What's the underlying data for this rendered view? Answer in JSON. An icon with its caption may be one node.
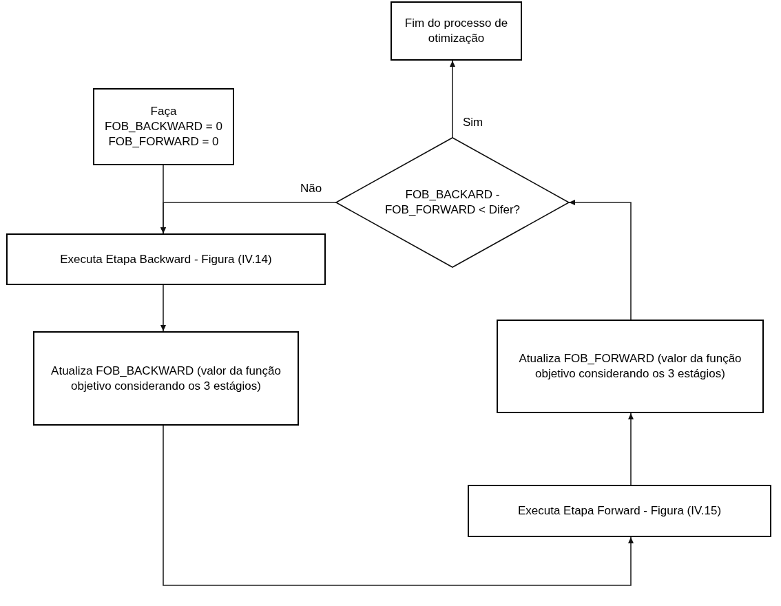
{
  "diagram": {
    "nodes": [
      {
        "text": [
          "Fim do processo de otimização"
        ]
      },
      {
        "text": [
          "Faça",
          "FOB_BACKWARD = 0",
          "FOB_FORWARD = 0"
        ]
      },
      {
        "text": [
          "FOB_BACKARD - FOB_FORWARD < Difer?"
        ]
      },
      {
        "text": [
          "Executa Etapa Backward - Figura (IV.14)"
        ]
      },
      {
        "text": [
          "Atualiza FOB_BACKWARD (valor da função objetivo considerando os 3 estágios)"
        ]
      },
      {
        "text": [
          "Atualiza FOB_FORWARD (valor da função objetivo considerando os 3 estágios)"
        ]
      },
      {
        "text": [
          "Executa Etapa Forward - Figura (IV.15)"
        ]
      }
    ],
    "edges": [
      {
        "from": 2,
        "to": 0,
        "arrow": "to",
        "label": "Sim"
      },
      {
        "from": 2,
        "to": 3,
        "arrow": "to",
        "label": "Não"
      },
      {
        "from": 1,
        "to": 3,
        "arrow": "to"
      },
      {
        "from": 3,
        "to": 4,
        "arrow": "to"
      },
      {
        "from": 4,
        "to": 6,
        "arrow": "to"
      },
      {
        "from": 6,
        "to": 5,
        "arrow": "to"
      },
      {
        "from": 5,
        "to": 2,
        "arrow": "to"
      }
    ]
  }
}
